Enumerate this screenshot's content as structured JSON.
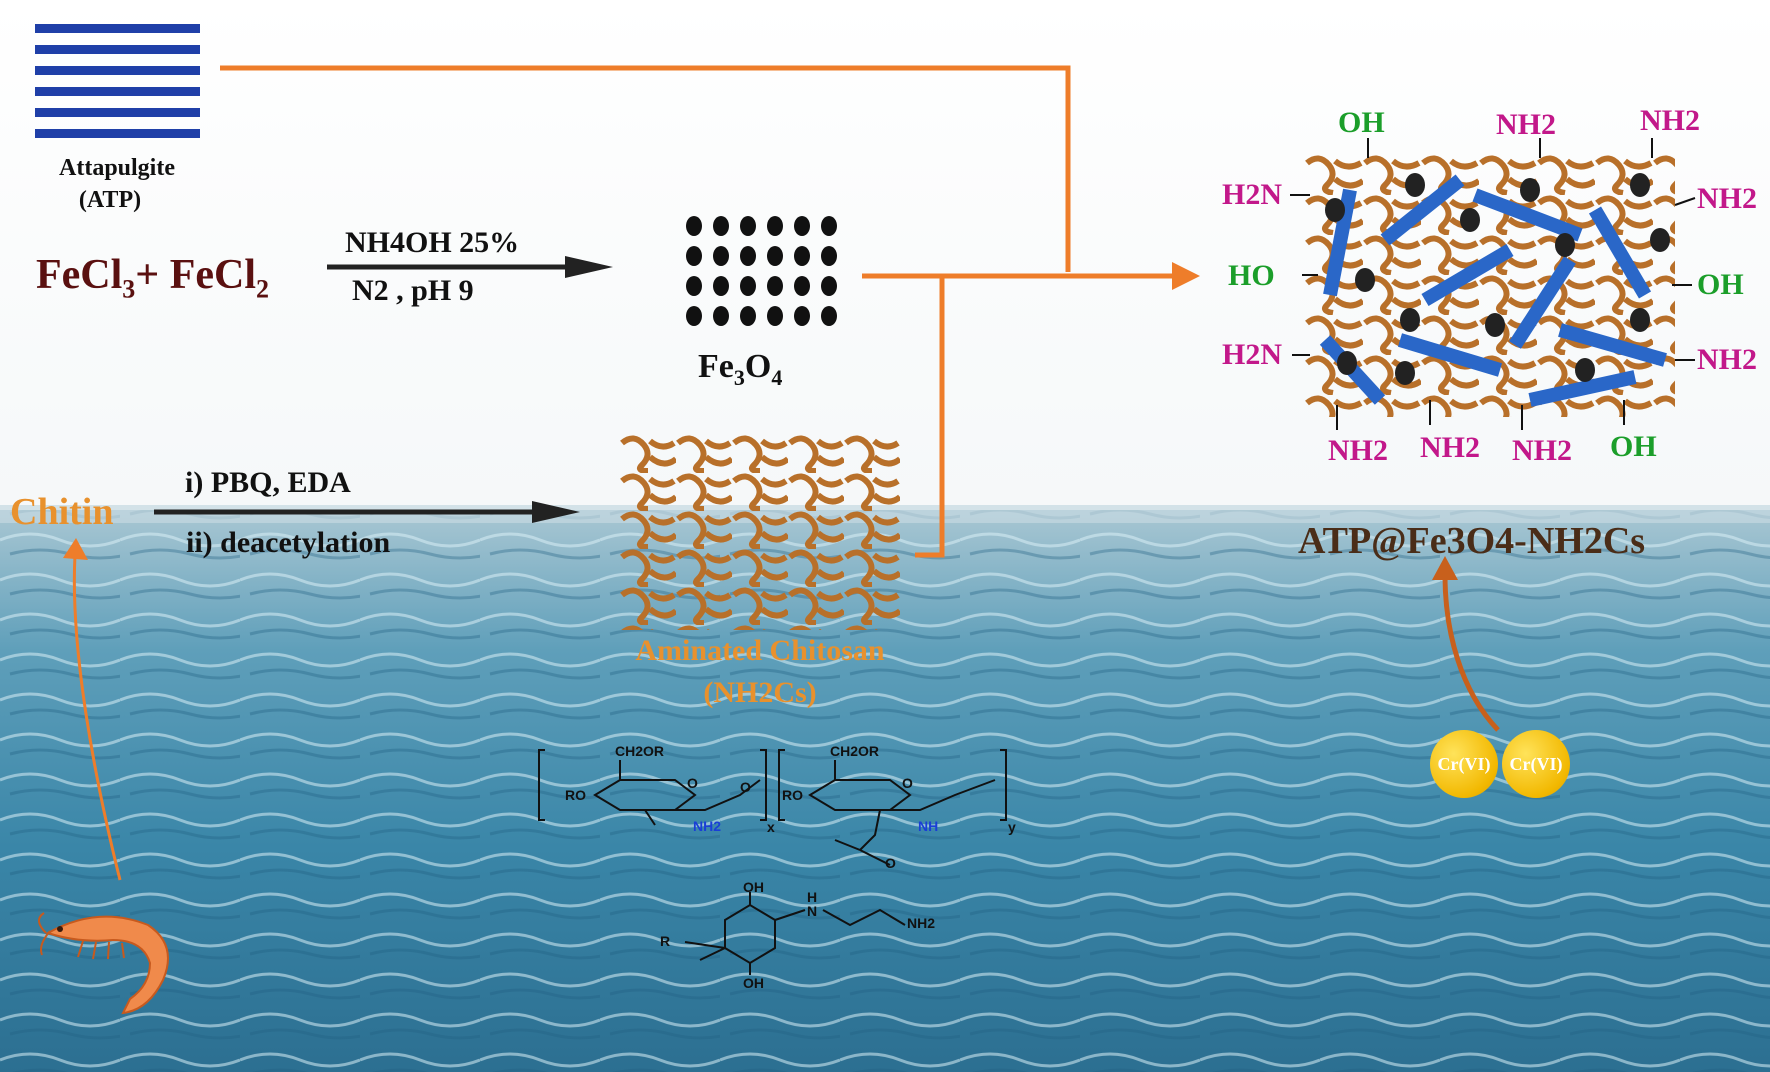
{
  "inputs": {
    "atp_label_line1": "Attapulgite",
    "atp_label_line2": "(ATP)",
    "fecl3": "FeCl",
    "fecl3_sub": "3",
    "plus": "+ FeCl",
    "fecl2_sub": "2",
    "chitin": "Chitin"
  },
  "reaction_iron": {
    "above_arrow": "NH4OH  25%",
    "below_arrow": "N2  , pH 9"
  },
  "reaction_chitin": {
    "step1": "i) PBQ, EDA",
    "step2": "ii) deacetylation"
  },
  "intermediates": {
    "fe3o4": "Fe",
    "fe3o4_sub1": "3",
    "fe3o4_o": "O",
    "fe3o4_sub2": "4",
    "aminated_line1": "Aminated Chitosan",
    "aminated_line2": "(NH2Cs)"
  },
  "structure": {
    "ch2or_1": "CH2OR",
    "ch2or_2": "CH2OR",
    "ro_1": "RO",
    "ro_2": "RO",
    "o_ring1": "O",
    "o_ring2": "O",
    "o_link": "O",
    "nh2_ring": "NH2",
    "nh_ring": "NH",
    "carbonyl_o": "O",
    "sub_x": "x",
    "sub_y": "y",
    "oh_top": "OH",
    "oh_bottom": "OH",
    "nh_amine": "H",
    "nh_amine_n": "N",
    "nh2_chain": "NH2",
    "r_group": "R"
  },
  "product": {
    "name": "ATP@Fe3O4-NH2Cs",
    "groups": {
      "oh_top": "OH",
      "nh2_top1": "NH2",
      "nh2_top2": "NH2",
      "h2n_left1": "H2N",
      "nh2_right1": "NH2",
      "ho_left": "HO",
      "oh_right": "OH",
      "h2n_left2": "H2N",
      "nh2_right2": "NH2",
      "nh2_bottom1": "NH2",
      "nh2_bottom2": "NH2",
      "nh2_bottom3": "NH2",
      "oh_bottom": "OH"
    }
  },
  "adsorbate": {
    "cr1": "Cr(VI)",
    "cr2": "Cr(VI)"
  },
  "colors": {
    "arrow_orange": "#ee7d2a",
    "chitosan_brown": "#b8702a",
    "atp_blue": "#1f3fa8",
    "rod_blue": "#2a67c8",
    "nh2_magenta": "#c2188a",
    "oh_green": "#1b9e2a",
    "sea_blue": "#3f8fae"
  }
}
